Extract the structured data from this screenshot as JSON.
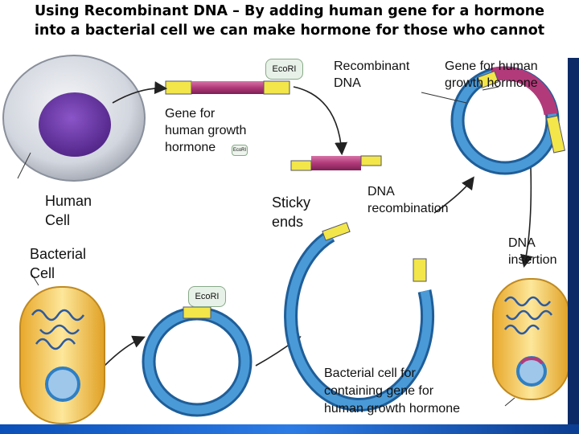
{
  "title": {
    "line1": "Using Recombinant DNA – By adding human gene for a hormone",
    "line2": "into a bacterial cell we can make hormone for those who cannot"
  },
  "labels": {
    "recombinant_dna": [
      "Recombinant",
      "DNA"
    ],
    "gene_for_human_growth_hormone_top": [
      "Gene for human",
      "growth hormone"
    ],
    "gene_for_human_growth_hormone_mid": [
      "Gene for",
      "human growth",
      "hormone"
    ],
    "human_cell": [
      "Human",
      "Cell"
    ],
    "sticky_ends": [
      "Sticky",
      "ends"
    ],
    "dna_recombination": [
      "DNA",
      "recombination"
    ],
    "dna_insertion": [
      "DNA",
      "insertion"
    ],
    "bacterial_cell": [
      "Bacterial",
      "Cell"
    ],
    "bacterial_cell_result": [
      "Bacterial cell for",
      "containing gene for",
      "human growth hormone"
    ]
  },
  "enzyme_tags": {
    "top": "EcoRI",
    "small": "EcoRI",
    "bottom": "EcoRI"
  },
  "colors": {
    "plasmid_blue": "#2f7fc4",
    "gene_magenta": "#b23a7a",
    "sticky_yellow": "#f2e64a",
    "bacteria_yellow": "#f2c23a",
    "nucleus_purple": "#6a2ea0",
    "cell_grey": "#c9cdd6"
  }
}
